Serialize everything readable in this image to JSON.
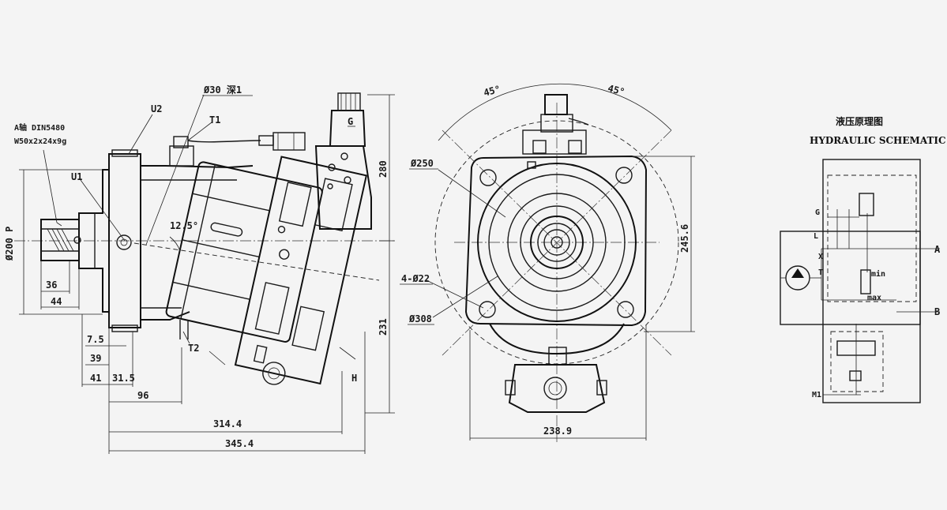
{
  "side_view": {
    "labels": {
      "spline_cn": "A轴 DIN5480",
      "spline_spec": "W50x2x24x9g",
      "u1": "U1",
      "u2": "U2",
      "bore": "Ø30 深1",
      "t1": "T1",
      "t2": "T2",
      "g": "G",
      "angle": "12.5°",
      "h": "H",
      "pilot_dia": "Ø200 P"
    },
    "dimensions": {
      "d36": "36",
      "d44": "44",
      "d7_5": "7.5",
      "d39": "39",
      "d41": "41",
      "d31_5": "31.5",
      "d96": "96",
      "d314_4": "314.4",
      "d345_4": "345.4",
      "d280": "280",
      "d231": "231"
    }
  },
  "front_view": {
    "labels": {
      "angle_left": "45°",
      "angle_right": "45°",
      "d250": "Ø250",
      "holes": "4-Ø22",
      "d308": "Ø308"
    },
    "dimensions": {
      "height": "245.6",
      "width": "238.9"
    }
  },
  "schematic": {
    "title_cn": "液压原理图",
    "title_en": "HYDRAULIC SCHEMATIC",
    "ports": {
      "a": "A",
      "b": "B",
      "g": "G",
      "l": "L",
      "t": "T",
      "x": "X",
      "m1": "M1",
      "min": "min",
      "max": "max"
    }
  }
}
